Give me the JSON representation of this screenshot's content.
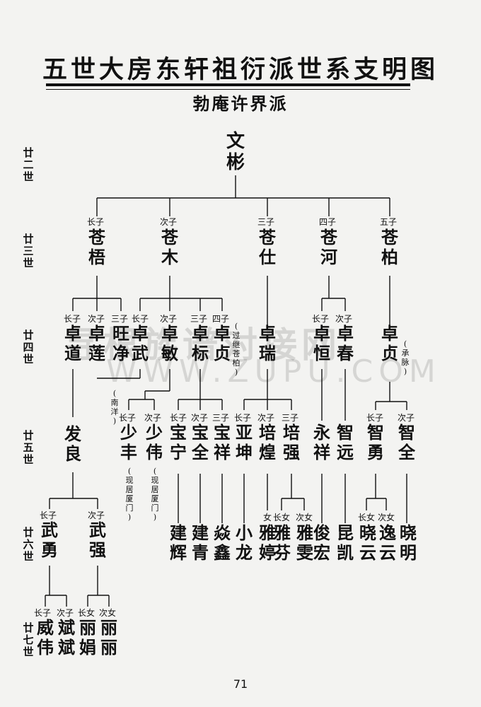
{
  "title": "五世大房东轩祖衍派世系支明图",
  "subtitle": "勃庵许界派",
  "watermark": "寻根族谱对接网",
  "watermark_url": "WWW.ZUPU.COM",
  "page_number": "71",
  "generations": [
    "廿二世",
    "廿三世",
    "廿四世",
    "廿五世",
    "廿六世",
    "廿七世"
  ],
  "people": [
    {
      "name": "文彬",
      "label": ""
    },
    {
      "name": "苍梧",
      "label": "长子"
    },
    {
      "name": "苍木",
      "label": "次子"
    },
    {
      "name": "苍仕",
      "label": "三子"
    },
    {
      "name": "苍河",
      "label": "四子"
    },
    {
      "name": "苍柏",
      "label": "五子"
    },
    {
      "name": "卓道",
      "label": "长子"
    },
    {
      "name": "卓莲",
      "label": "次子"
    },
    {
      "name": "旺净",
      "label": "三子"
    },
    {
      "name": "卓武",
      "label": "长子"
    },
    {
      "name": "卓敏",
      "label": "次子"
    },
    {
      "name": "卓标",
      "label": "三子"
    },
    {
      "name": "卓贞",
      "label": "四子"
    },
    {
      "name": "卓瑞",
      "label": ""
    },
    {
      "name": "卓恒",
      "label": "长子"
    },
    {
      "name": "卓春",
      "label": "次子"
    },
    {
      "name": "卓贞",
      "label": ""
    },
    {
      "name": "发良",
      "label": ""
    },
    {
      "name": "少丰",
      "label": "长子"
    },
    {
      "name": "少伟",
      "label": "次子"
    },
    {
      "name": "宝宁",
      "label": "长子"
    },
    {
      "name": "宝全",
      "label": "次子"
    },
    {
      "name": "宝祥",
      "label": "三子"
    },
    {
      "name": "亚坤",
      "label": "长子"
    },
    {
      "name": "培煌",
      "label": "次子"
    },
    {
      "name": "培强",
      "label": "三子"
    },
    {
      "name": "永祥",
      "label": ""
    },
    {
      "name": "智远",
      "label": ""
    },
    {
      "name": "智勇",
      "label": "长子"
    },
    {
      "name": "智全",
      "label": "次子"
    },
    {
      "name": "武勇",
      "label": "长子"
    },
    {
      "name": "武强",
      "label": "次子"
    },
    {
      "name": "建辉",
      "label": ""
    },
    {
      "name": "建青",
      "label": ""
    },
    {
      "name": "焱鑫",
      "label": ""
    },
    {
      "name": "小龙",
      "label": ""
    },
    {
      "name": "雅婷",
      "label": "女"
    },
    {
      "name": "雅芬",
      "label": "长女"
    },
    {
      "name": "雅雯",
      "label": "次女"
    },
    {
      "name": "俊宏",
      "label": ""
    },
    {
      "name": "昆凯",
      "label": ""
    },
    {
      "name": "晓云",
      "label": "长女"
    },
    {
      "name": "逸云",
      "label": "次女"
    },
    {
      "name": "晓明",
      "label": ""
    },
    {
      "name": "威伟",
      "label": "长子"
    },
    {
      "name": "斌斌",
      "label": "次子"
    },
    {
      "name": "丽娟",
      "label": "长女"
    },
    {
      "name": "丽丽",
      "label": "次女"
    }
  ],
  "notes": [
    "过继苍柏",
    "承脉",
    "南洋",
    "现居厦门",
    "现居厦门"
  ]
}
